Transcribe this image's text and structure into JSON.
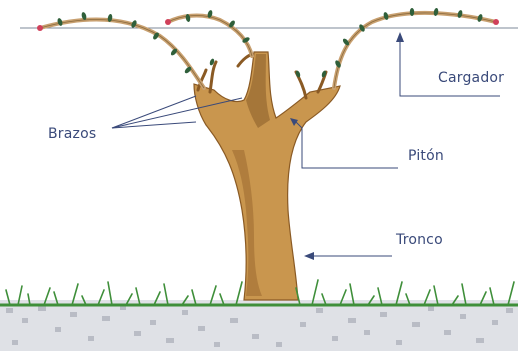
{
  "diagram": {
    "labels": {
      "cargador": "Cargador",
      "brazos": "Brazos",
      "piton": "Pitón",
      "tronco": "Tronco"
    },
    "colors": {
      "trunk": "#c9964e",
      "trunk_shade": "#9a6a30",
      "cane": "#c8a070",
      "bud": "#2f5f3a",
      "grass": "#3f8f3a",
      "ground": "#c9ccd3",
      "line": "#3a4a7a",
      "wire": "#7d8a9a",
      "cane_tip": "#d0405a"
    }
  }
}
